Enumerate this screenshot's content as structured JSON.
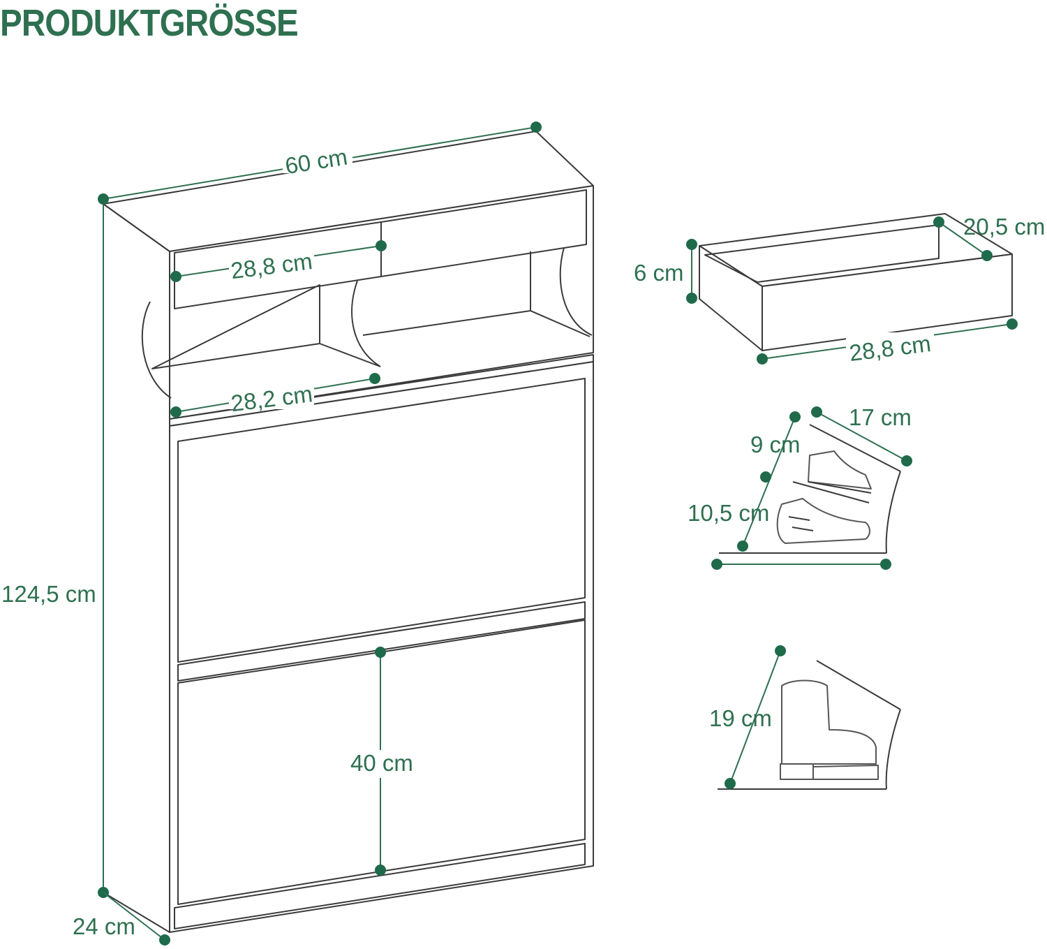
{
  "title": "PRODUKTGRÖSSE",
  "cabinet": {
    "width": "60 cm",
    "height": "124,5 cm",
    "depth": "24 cm",
    "drawer_front_width": "28,8 cm",
    "shelf_width": "28,2 cm",
    "door_height": "40 cm"
  },
  "drawer": {
    "depth": "20,5 cm",
    "height": "6 cm",
    "width": "28,8 cm"
  },
  "shoe_compartment": {
    "depth": "17 cm",
    "upper_height": "9 cm",
    "lower_height": "10,5 cm"
  },
  "boot_compartment": {
    "height": "19 cm"
  },
  "colors": {
    "accent": "#2e7050",
    "line": "#3a3a3a"
  }
}
